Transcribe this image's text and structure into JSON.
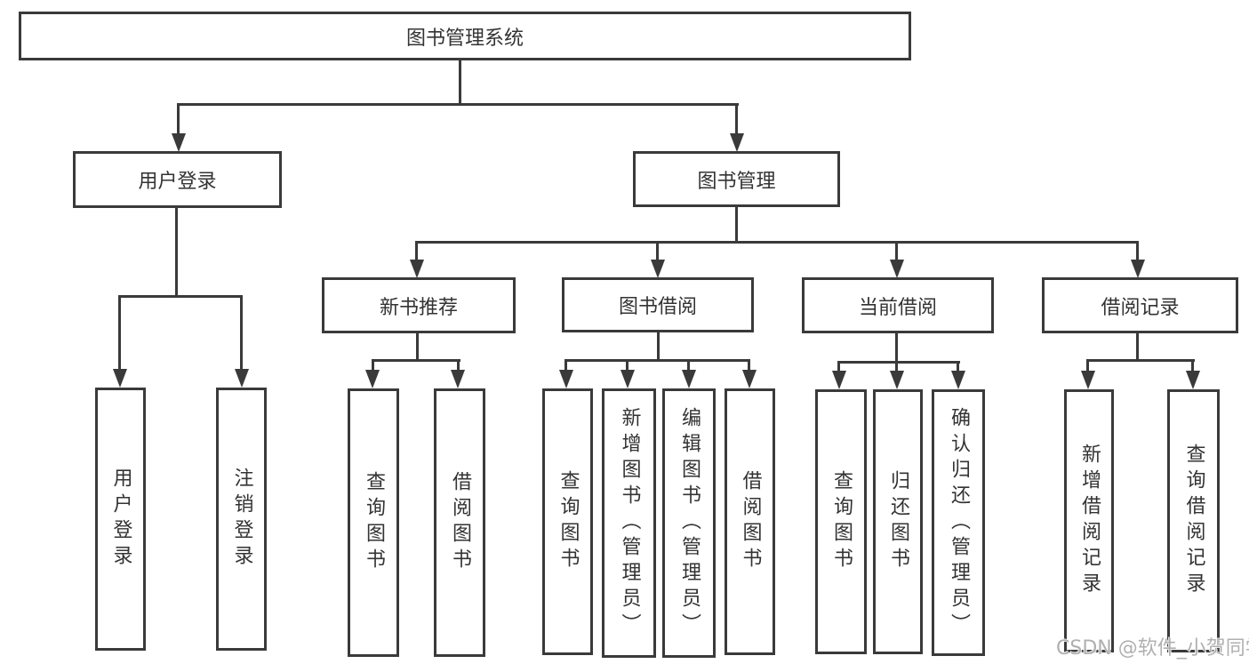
{
  "tree": {
    "root": "图书管理系统",
    "branches": [
      {
        "label": "用户登录",
        "children": [
          "用户登录",
          "注销登录"
        ]
      },
      {
        "label": "图书管理",
        "children": [
          {
            "label": "新书推荐",
            "children": [
              "查询图书",
              "借阅图书"
            ]
          },
          {
            "label": "图书借阅",
            "children": [
              "查询图书",
              "新增图书（管理员）",
              "编辑图书（管理员）",
              "借阅图书"
            ]
          },
          {
            "label": "当前借阅",
            "children": [
              "查询图书",
              "归还图书",
              "确认归还（管理员）"
            ]
          },
          {
            "label": "借阅记录",
            "children": [
              "新增借阅记录",
              "查询借阅记录"
            ]
          }
        ]
      }
    ]
  },
  "watermark": "CSDN @软件_小贺同学",
  "colors": {
    "line": "#3a3a3a",
    "text": "#333333",
    "watermark": "#b0b0b0",
    "background": "#ffffff"
  }
}
